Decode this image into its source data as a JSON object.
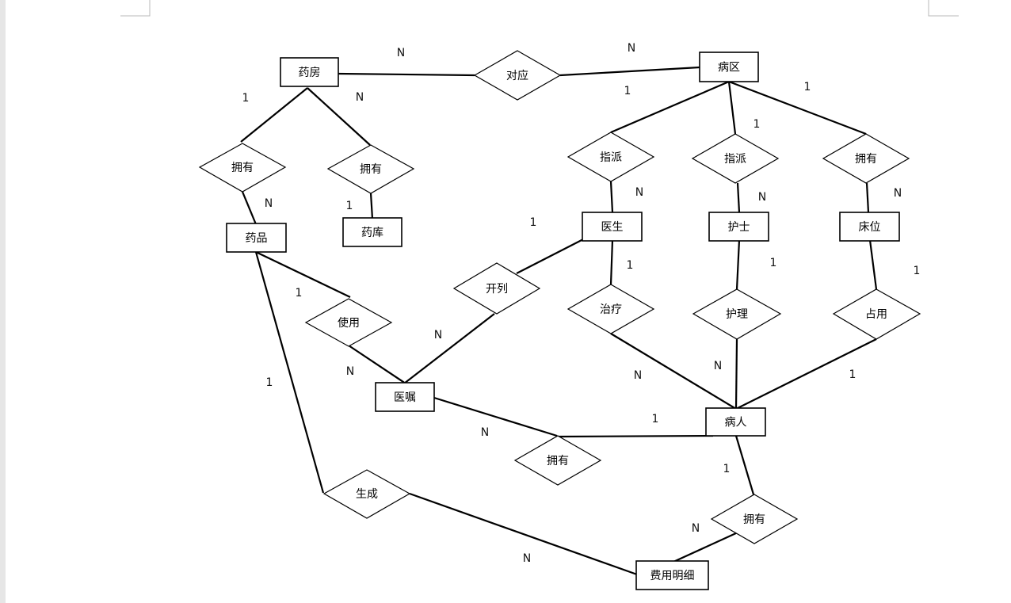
{
  "entities": {
    "pharmacy": "药房",
    "ward": "病区",
    "drug": "药品",
    "warehouse": "药库",
    "doctor": "医生",
    "nurse": "护士",
    "bed": "床位",
    "order": "医嘱",
    "patient": "病人",
    "fee_detail": "费用明细"
  },
  "relations": {
    "correspond": "对应",
    "pharmacy_has_drug": "拥有",
    "pharmacy_has_warehouse": "拥有",
    "assign_doctor": "指派",
    "assign_nurse": "指派",
    "ward_has_bed": "拥有",
    "prescribe": "开列",
    "use": "使用",
    "treat": "治疗",
    "nursing": "护理",
    "occupy": "占用",
    "patient_has_order": "拥有",
    "generate": "生成",
    "patient_has_fee": "拥有"
  },
  "cardinalities": {
    "pharmacy_correspond": "N",
    "ward_correspond": "N",
    "pharmacy_has1": "1",
    "has1_drug": "N",
    "pharmacy_has2": "N",
    "has2_warehouse": "1",
    "ward_assign_doctor": "1",
    "ward_assign_nurse": "1",
    "ward_has_bed": "1",
    "assign_doctor_doctor": "N",
    "assign_nurse_nurse": "N",
    "has_bed_bed": "N",
    "doctor_prescribe": "1",
    "prescribe_order": "N",
    "drug_use": "1",
    "use_order": "N",
    "doctor_treat": "1",
    "treat_patient": "N",
    "nurse_nursing": "1",
    "nursing_patient": "N",
    "bed_occupy": "1",
    "occupy_patient": "1",
    "order_has": "N",
    "has_patient": "1",
    "drug_generate": "1",
    "generate_fee": "N",
    "patient_has_fee": "1",
    "has_fee_fee": "N"
  }
}
